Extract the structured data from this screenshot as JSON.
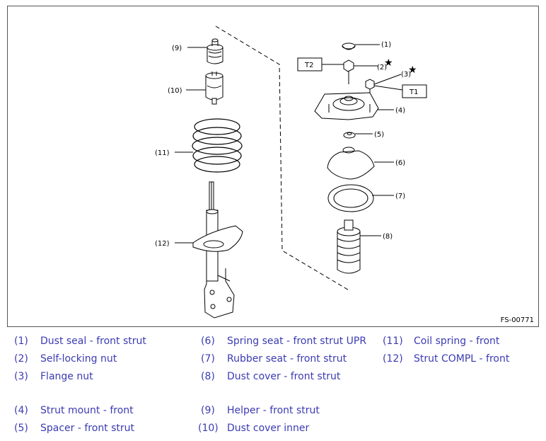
{
  "figure": {
    "code": "FS-00771",
    "callouts": [
      "(1)",
      "(2)",
      "(3)",
      "(4)",
      "(5)",
      "(6)",
      "(7)",
      "(8)",
      "(9)",
      "(10)",
      "(11)",
      "(12)"
    ],
    "torque_labels": [
      "T1",
      "T2"
    ],
    "star_symbol": "★"
  },
  "legend": [
    {
      "num": "(1)",
      "text": "Dust seal - front strut"
    },
    {
      "num": "(2)",
      "text": "Self-locking nut"
    },
    {
      "num": "(3)",
      "text": "Flange nut"
    },
    {
      "num": "(4)",
      "text": "Strut mount - front"
    },
    {
      "num": "(5)",
      "text": "Spacer - front strut"
    },
    {
      "num": "(6)",
      "text": "Spring seat - front strut UPR"
    },
    {
      "num": "(7)",
      "text": "Rubber seat - front strut"
    },
    {
      "num": "(8)",
      "text": "Dust cover - front strut"
    },
    {
      "num": "(9)",
      "text": "Helper - front strut"
    },
    {
      "num": "(10)",
      "text": "Dust cover inner"
    },
    {
      "num": "(11)",
      "text": "Coil spring - front"
    },
    {
      "num": "(12)",
      "text": "Strut COMPL - front"
    }
  ],
  "colors": {
    "legend_text": "#3b3bb3",
    "line": "#000000"
  }
}
